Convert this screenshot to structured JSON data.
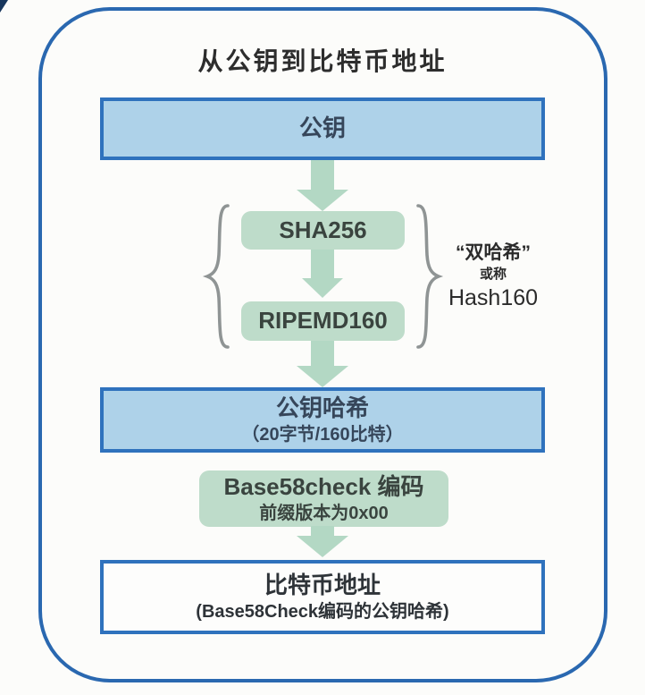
{
  "title": "从公钥到比特币地址",
  "nodes": {
    "public_key": {
      "label": "公钥"
    },
    "sha256": {
      "label": "SHA256"
    },
    "ripemd160": {
      "label": "RIPEMD160"
    },
    "pubkey_hash": {
      "label": "公钥哈希",
      "sublabel": "（20字节/160比特）"
    },
    "base58check": {
      "label": "Base58check 编码",
      "sublabel": "前缀版本为0x00"
    },
    "btc_address": {
      "label": "比特币地址",
      "sublabel": "(Base58Check编码的公钥哈希)"
    }
  },
  "annotation": {
    "line1": "“双哈希”",
    "line2": "或称",
    "line3": "Hash160"
  },
  "colors": {
    "outer_border": "#2a68b0",
    "box_border": "#2f72bd",
    "box_blue_fill": "#aed2e9",
    "box_green_fill": "#bedcca",
    "arrow_green": "#b3d8c4",
    "brace_gray": "#8f9494"
  }
}
